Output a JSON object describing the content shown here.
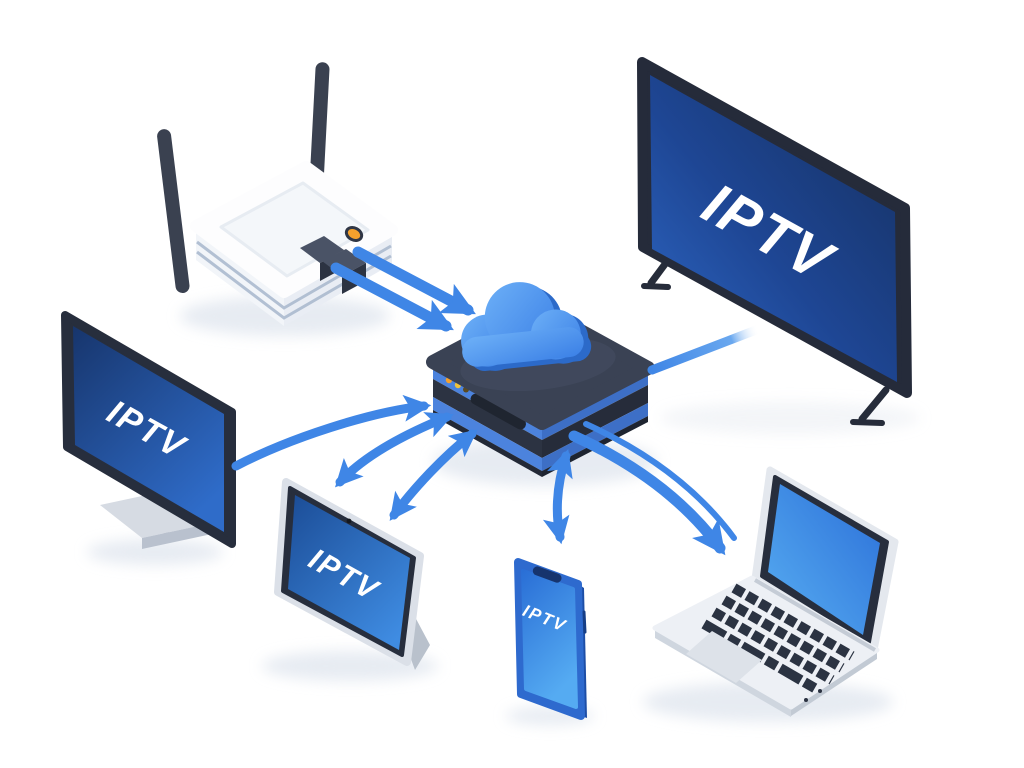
{
  "illustration": {
    "background_color": "#ffffff",
    "screens": {
      "tv": {
        "label": "IPTV"
      },
      "monitor": {
        "label": "IPTV"
      },
      "tablet": {
        "label": "IPTV"
      },
      "phone": {
        "label": "IPTV"
      }
    },
    "colors": {
      "arrow_blue": "#3f86e6",
      "screen_navy_dark": "#16325f",
      "screen_navy_light": "#2f6ac9",
      "screen_bright_dark": "#2b6fd8",
      "screen_bright_light": "#58aef2",
      "frame_dark": "#272e3d",
      "hub_top_dark": "#3a4254",
      "hub_band_blue": "#4c83dd",
      "cloud_light": "#66abf6",
      "cloud_dark": "#3b80e6",
      "router_body": "#fdfdfe",
      "antenna_dark": "#3a4150",
      "led_orange": "#f5a12d",
      "led_yellow": "#f0c23c",
      "stand_gray": "#c3cad6",
      "laptop_silver": "#edf0f5",
      "shadow": "#dfe5ee"
    },
    "devices": [
      {
        "name": "wifi-router"
      },
      {
        "name": "smart-tv"
      },
      {
        "name": "iptv-cloud-hub"
      },
      {
        "name": "desktop-monitor"
      },
      {
        "name": "tablet"
      },
      {
        "name": "smartphone"
      },
      {
        "name": "laptop"
      }
    ]
  }
}
